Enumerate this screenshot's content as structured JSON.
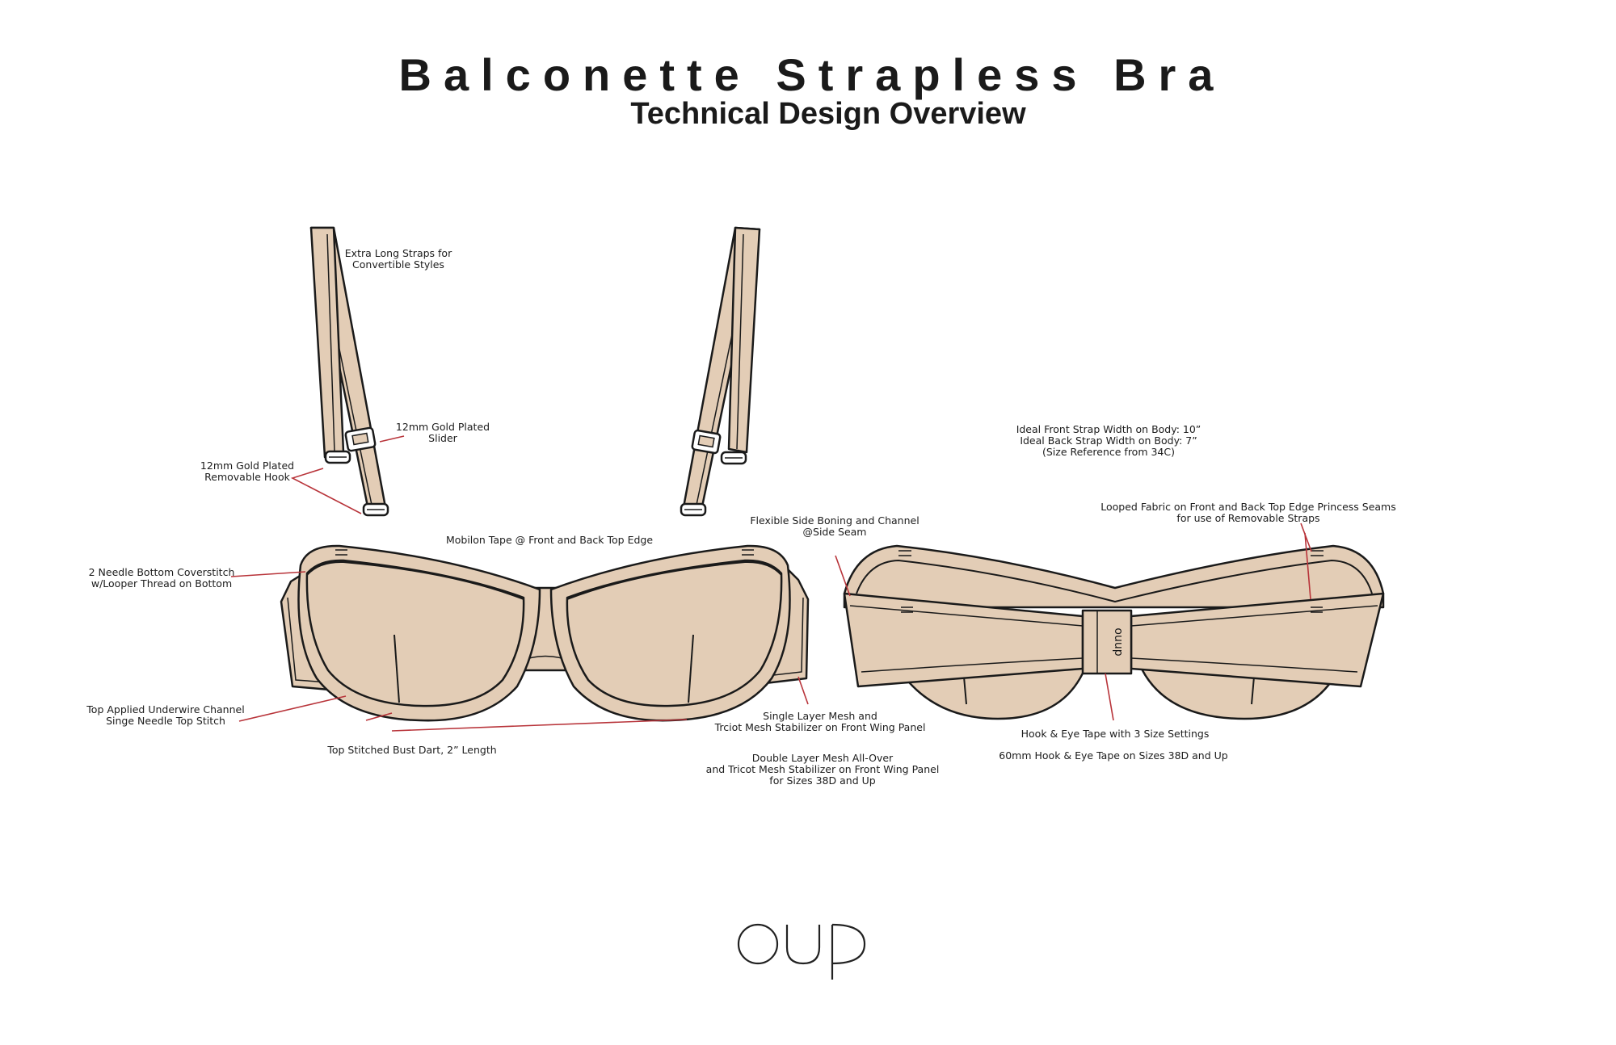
{
  "header": {
    "title": "Balconette Strapless Bra",
    "subtitle": "Technical Design Overview"
  },
  "callouts": {
    "straps": "Extra Long Straps for\nConvertible Styles",
    "slider": "12mm Gold Plated\nSlider",
    "hook": "12mm Gold Plated\nRemovable Hook",
    "mobilon": "Mobilon Tape @ Front and Back Top Edge",
    "coverstitch": "2 Needle Bottom Coverstitch\nw/Looper Thread on Bottom",
    "underwire": "Top Applied Underwire Channel\nSinge Needle Top Stitch",
    "dart": "Top Stitched Bust Dart, 2” Length",
    "boning": "Flexible Side Boning and Channel\n@Side Seam",
    "single_mesh": "Single Layer Mesh and\nTrciot Mesh Stabilizer on Front Wing Panel",
    "double_mesh": "Double Layer Mesh All-Over\nand Tricot Mesh Stabilizer on Front Wing Panel\nfor Sizes 38D and Up",
    "strap_width": "Ideal Front Strap Width on Body: 10”\nIdeal Back Strap Width on Body: 7”\n(Size Reference from 34C)",
    "looped": "Looped Fabric on Front and Back Top Edge Princess Seams\nfor use of Removable Straps",
    "hook_eye": "Hook & Eye Tape with 3 Size Settings",
    "hook_eye_60": "60mm Hook & Eye Tape on Sizes 38D and Up"
  },
  "colors": {
    "fabric": "#E3CDB6",
    "outline": "#1a1a1a",
    "leader": "#B8343A"
  },
  "logo": {
    "name": "ouup-logo"
  }
}
